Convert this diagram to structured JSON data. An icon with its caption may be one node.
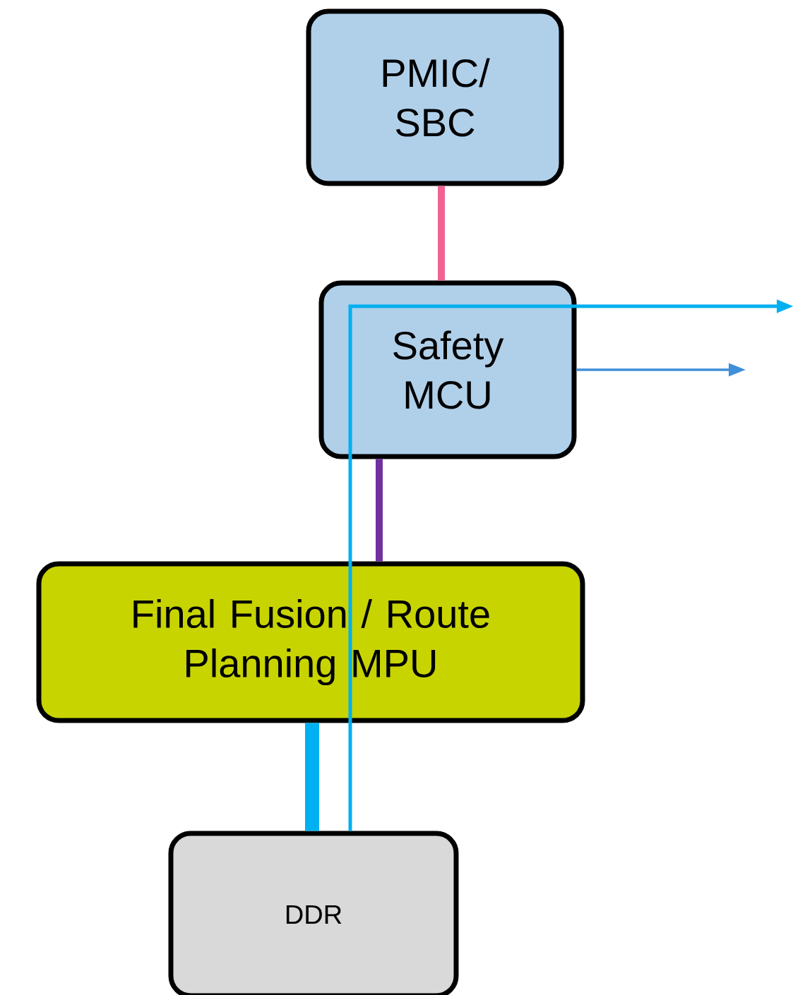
{
  "diagram": {
    "nodes": [
      {
        "text": [
          "PMIC/ SBC"
        ]
      },
      {
        "text": [
          "Safety MCU"
        ]
      },
      {
        "text": [
          "Final Fusion / Route Planning MPU"
        ]
      },
      {
        "text": [
          "DDR"
        ]
      }
    ],
    "edges": [
      {
        "from": 0,
        "to": 1,
        "arrow": "none",
        "color": "#f06292"
      },
      {
        "from": 1,
        "to": 2,
        "arrow": "none",
        "color": "#7030a0"
      },
      {
        "from": 2,
        "to": 3,
        "arrow": "none",
        "style": "thick",
        "color": "#00b0f0"
      },
      {
        "from": 3,
        "to": null,
        "arrow": "to",
        "color": "#00b0f0"
      },
      {
        "from": 1,
        "to": null,
        "arrow": "to",
        "color": "#3f8fd9"
      }
    ]
  }
}
